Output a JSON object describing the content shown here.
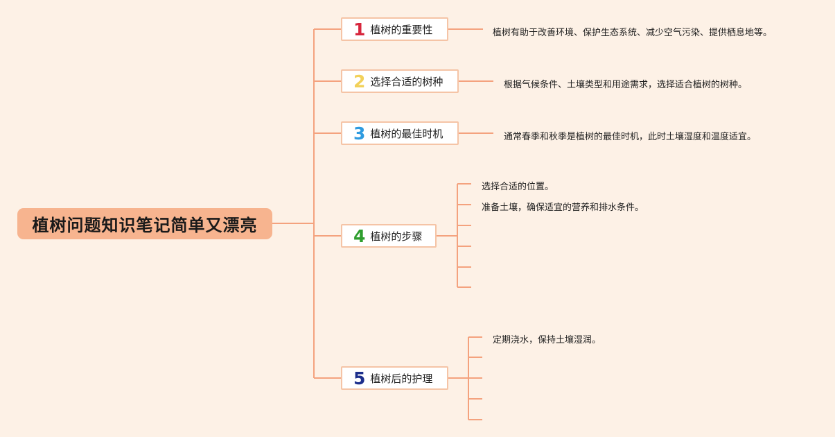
{
  "root": {
    "title": "植树问题知识笔记简单又漂亮"
  },
  "branches": [
    {
      "num": "1",
      "num_color": "#d7263d",
      "label": "植树的重要性",
      "notes": [
        "植树有助于改善环境、保护生态系统、减少空气污染、提供栖息地等。"
      ]
    },
    {
      "num": "2",
      "num_color": "#f2d15a",
      "label": "选择合适的树种",
      "notes": [
        "根据气候条件、土壤类型和用途需求，选择适合植树的树种。"
      ]
    },
    {
      "num": "3",
      "num_color": "#2e9be0",
      "label": "植树的最佳时机",
      "notes": [
        "通常春季和秋季是植树的最佳时机，此时土壤湿度和温度适宜。"
      ]
    },
    {
      "num": "4",
      "num_color": "#2e9e2e",
      "label": "植树的步骤",
      "notes": [
        "选择合适的位置。",
        "准备土壤，确保适宜的营养和排水条件。",
        "",
        "",
        "",
        ""
      ]
    },
    {
      "num": "5",
      "num_color": "#1d2f8c",
      "label": "植树后的护理",
      "notes": [
        "定期浇水，保持土壤湿润。",
        "",
        "",
        "",
        ""
      ]
    }
  ],
  "colors": {
    "line": "#f4a27e",
    "background": "#fdf1e6",
    "root_fill": "#f7b48f"
  }
}
